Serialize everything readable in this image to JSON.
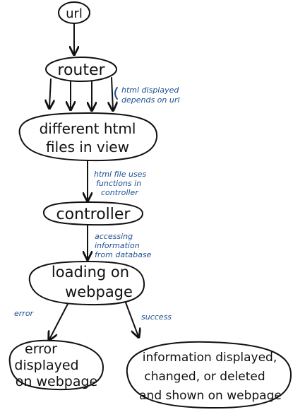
{
  "nodes": {
    "url": "url",
    "router": "router",
    "html_files": [
      "different html",
      "files in view"
    ],
    "controller": "controller",
    "loading": [
      "loading on",
      "webpage"
    ],
    "error": [
      "error",
      "displayed",
      "on webpage"
    ],
    "information": [
      "information displayed,",
      "changed, or deleted",
      "and shown on webpage"
    ]
  },
  "annotations": {
    "router_note": [
      "html displayed",
      "depends on url"
    ],
    "html_note": [
      "html file uses",
      "functions in",
      "controller"
    ],
    "controller_note": [
      "accessing",
      "information",
      "from database"
    ],
    "error_label": "error",
    "success_label": "success"
  },
  "colors": {
    "ink": "#111111",
    "note_ink": "#1d4f8f"
  }
}
